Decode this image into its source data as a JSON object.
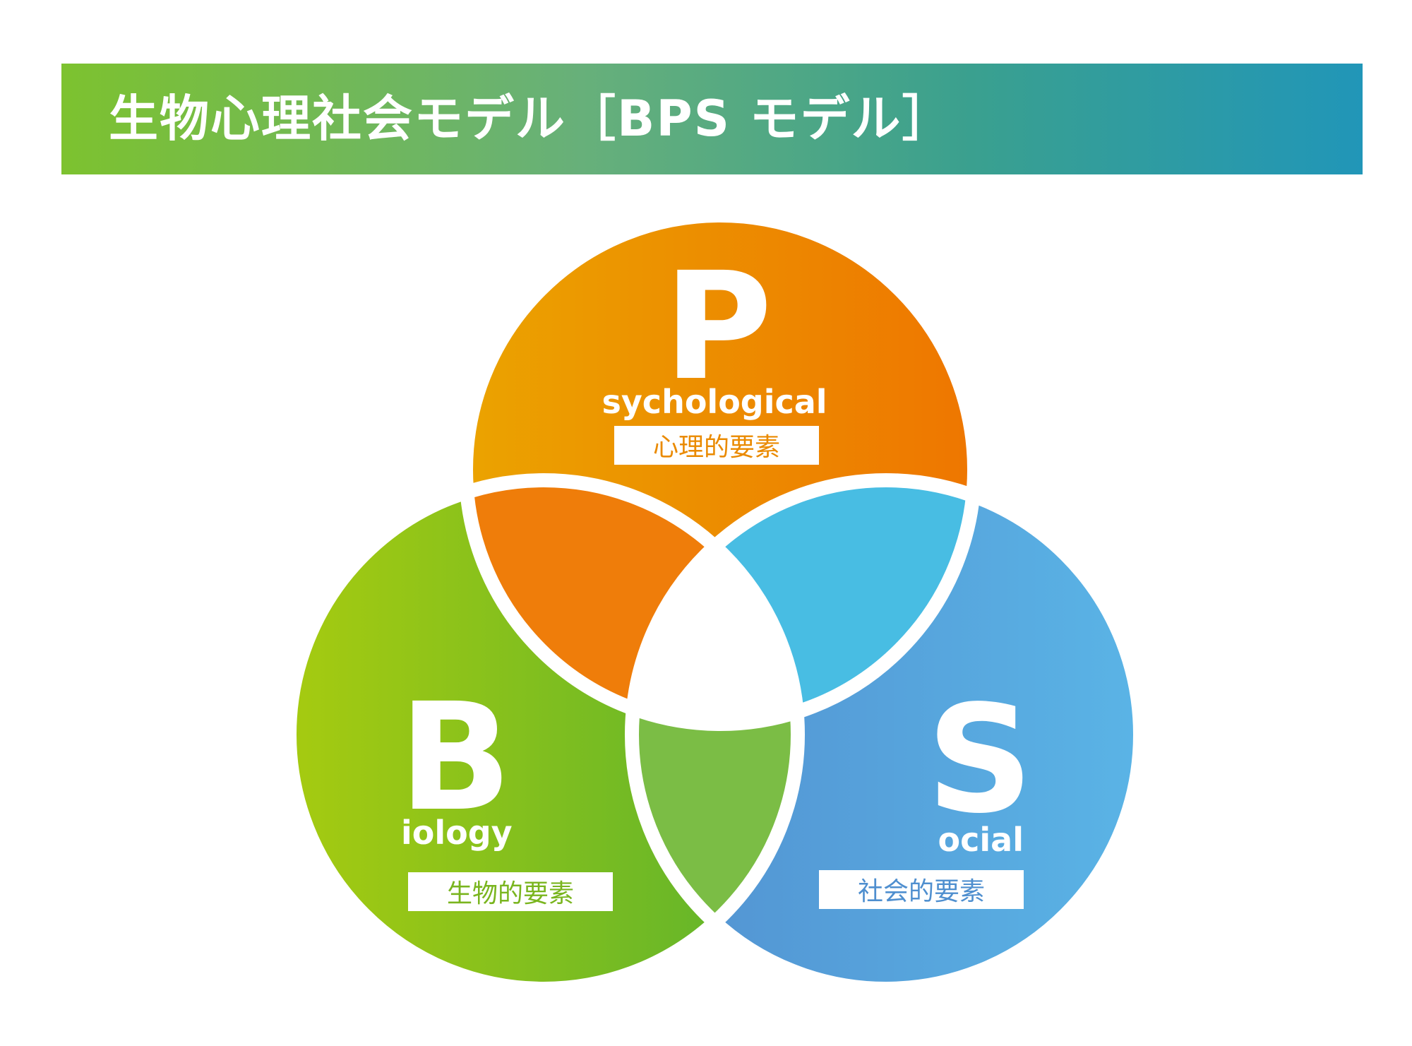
{
  "title": "生物心理社会モデル［BPS モデル］",
  "circles": {
    "psychological": {
      "letter": "P",
      "rest": "sychological",
      "tag": "心理的要素",
      "color_start": "#eba300",
      "color_end": "#ee7600",
      "tag_color": "#ea8a00"
    },
    "biology": {
      "letter": "B",
      "rest": "iology",
      "tag": "生物的要素",
      "color_start": "#a6cb10",
      "color_end": "#5ab22e",
      "tag_color": "#7ab51f"
    },
    "social": {
      "letter": "S",
      "rest": "ocial",
      "tag": "社会的要素",
      "color_start": "#5290d0",
      "color_end": "#5ab4e6",
      "tag_color": "#4f8fcf"
    }
  },
  "overlaps": {
    "p_b": "#ef7d0a",
    "p_s": "#48bde3",
    "b_s": "#7bbd45",
    "center": "#ffffff"
  }
}
